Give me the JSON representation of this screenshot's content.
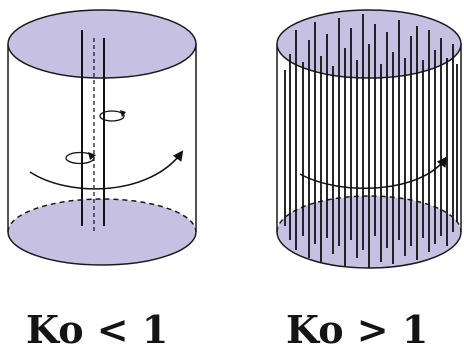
{
  "figure": {
    "colors": {
      "cap_fill": "#c6c0e2",
      "outline": "#1a1a1a",
      "vortex_line": "#111111",
      "background": "#ffffff"
    },
    "left_panel": {
      "caption": "Ko  < 1",
      "vortex_count": 2,
      "has_swirl_arrows": true,
      "has_rotation_arrow": true
    },
    "right_panel": {
      "caption": "Ko  > 1",
      "vortex_count": 30,
      "has_rotation_arrow": true
    }
  }
}
